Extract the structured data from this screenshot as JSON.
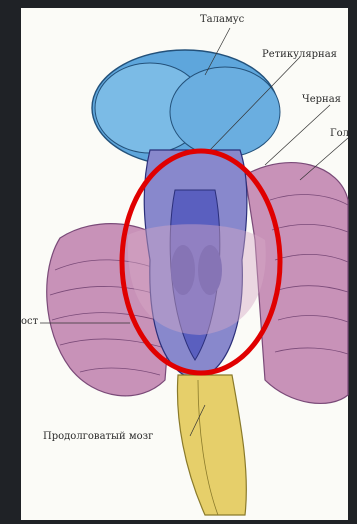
{
  "labels": {
    "thalamus": "Таламус",
    "reticular": "Ретикулярная",
    "substantia_nigra": "Черная",
    "head_partial": "Гол",
    "pons_partial": "ост",
    "medulla": "Продолговатый мозг"
  },
  "colors": {
    "background": "#1f2226",
    "paper": "#fbfbf7",
    "highlight": "#e00000",
    "cerebellum": "#c892b8",
    "thalamus": "#5ea6dc",
    "brainstem": "#6b6fc9",
    "medulla": "#e6cf6a"
  },
  "annotation": {
    "shape": "ellipse",
    "color": "#e00000",
    "encloses": "pons"
  }
}
